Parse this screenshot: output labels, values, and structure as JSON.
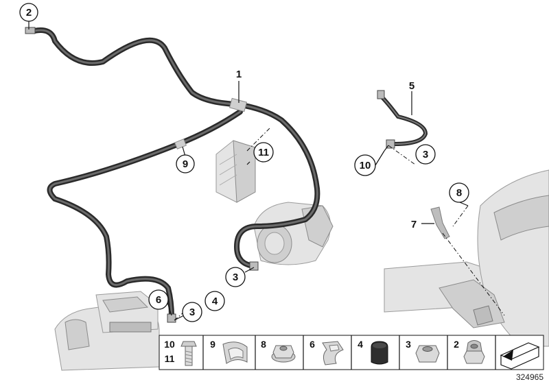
{
  "callouts": {
    "c1": "1",
    "c2": "2",
    "c3a": "3",
    "c3b": "3",
    "c3c": "3",
    "c4": "4",
    "c5": "5",
    "c6": "6",
    "c7": "7",
    "c8": "8",
    "c9": "9",
    "c10": "10",
    "c11": "11"
  },
  "legend": {
    "items": [
      {
        "label_top": "10",
        "label_bottom": "11",
        "icon": "bolt-icon"
      },
      {
        "label": "9",
        "icon": "cable-clip-icon"
      },
      {
        "label": "8",
        "icon": "flange-nut-icon"
      },
      {
        "label": "6",
        "icon": "spring-clip-icon"
      },
      {
        "label": "4",
        "icon": "rubber-cap-icon"
      },
      {
        "label": "3",
        "icon": "hex-nut-icon"
      },
      {
        "label": "2",
        "icon": "lock-nut-icon"
      }
    ],
    "last_icon": "arrow-panel-icon"
  },
  "catalog_number": "324965",
  "colors": {
    "cable": "#2a2a2a",
    "part": "#e4e4e4",
    "line": "#111111"
  }
}
